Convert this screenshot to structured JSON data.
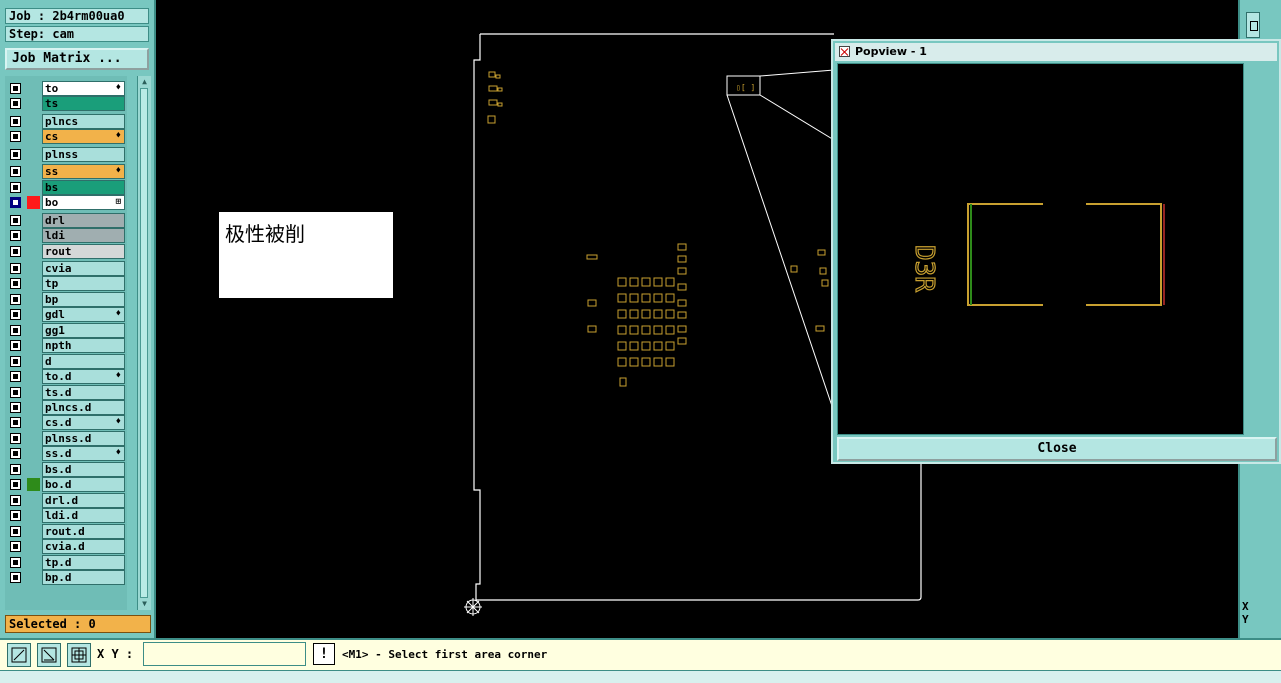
{
  "job": {
    "job_line": "Job : 2b4rm00ua0",
    "step_line": "Step: cam",
    "matrix_button": "Job Matrix ..."
  },
  "layers": [
    {
      "name": "to",
      "bg": "#ffffff",
      "marker": "♦",
      "swatch": ""
    },
    {
      "name": "ts",
      "bg": "#1a9e7a",
      "marker": "",
      "swatch": ""
    },
    {
      "name": "plncs",
      "bg": "#a9dfdb",
      "marker": "",
      "swatch": ""
    },
    {
      "name": "cs",
      "bg": "#f2b24a",
      "marker": "♦",
      "swatch": ""
    },
    {
      "name": "plnss",
      "bg": "#a9dfdb",
      "marker": "",
      "swatch": ""
    },
    {
      "name": "ss",
      "bg": "#f2b24a",
      "marker": "♦",
      "swatch": ""
    },
    {
      "name": "bs",
      "bg": "#1a9e7a",
      "marker": "",
      "swatch": ""
    },
    {
      "name": "bo",
      "bg": "#ffffff",
      "marker": "⊞",
      "swatch": "#ff1a1a",
      "selected": true
    },
    {
      "name": "drl",
      "bg": "#a0aeb0",
      "marker": "",
      "swatch": ""
    },
    {
      "name": "ldi",
      "bg": "#a0aeb0",
      "marker": "",
      "swatch": ""
    },
    {
      "name": "rout",
      "bg": "#d4d8d8",
      "marker": "",
      "swatch": ""
    },
    {
      "name": "cvia",
      "bg": "#a9dfdb",
      "marker": "",
      "swatch": ""
    },
    {
      "name": "tp",
      "bg": "#a9dfdb",
      "marker": "",
      "swatch": ""
    },
    {
      "name": "bp",
      "bg": "#a9dfdb",
      "marker": "",
      "swatch": ""
    },
    {
      "name": "gdl",
      "bg": "#a9dfdb",
      "marker": "♦",
      "swatch": ""
    },
    {
      "name": "gg1",
      "bg": "#a9dfdb",
      "marker": "",
      "swatch": ""
    },
    {
      "name": "npth",
      "bg": "#a9dfdb",
      "marker": "",
      "swatch": ""
    },
    {
      "name": "d",
      "bg": "#a9dfdb",
      "marker": "",
      "swatch": ""
    },
    {
      "name": "to.d",
      "bg": "#a9dfdb",
      "marker": "♦",
      "swatch": ""
    },
    {
      "name": "ts.d",
      "bg": "#a9dfdb",
      "marker": "",
      "swatch": ""
    },
    {
      "name": "plncs.d",
      "bg": "#a9dfdb",
      "marker": "",
      "swatch": ""
    },
    {
      "name": "cs.d",
      "bg": "#a9dfdb",
      "marker": "♦",
      "swatch": ""
    },
    {
      "name": "plnss.d",
      "bg": "#a9dfdb",
      "marker": "",
      "swatch": ""
    },
    {
      "name": "ss.d",
      "bg": "#a9dfdb",
      "marker": "♦",
      "swatch": ""
    },
    {
      "name": "bs.d",
      "bg": "#a9dfdb",
      "marker": "",
      "swatch": ""
    },
    {
      "name": "bo.d",
      "bg": "#a9dfdb",
      "marker": "",
      "swatch": "#2e8b1a"
    },
    {
      "name": "drl.d",
      "bg": "#a9dfdb",
      "marker": "",
      "swatch": ""
    },
    {
      "name": "ldi.d",
      "bg": "#a9dfdb",
      "marker": "",
      "swatch": ""
    },
    {
      "name": "rout.d",
      "bg": "#a9dfdb",
      "marker": "",
      "swatch": ""
    },
    {
      "name": "cvia.d",
      "bg": "#a9dfdb",
      "marker": "",
      "swatch": ""
    },
    {
      "name": "tp.d",
      "bg": "#a9dfdb",
      "marker": "",
      "swatch": ""
    },
    {
      "name": "bp.d",
      "bg": "#a9dfdb",
      "marker": "",
      "swatch": ""
    }
  ],
  "selected_label": "Selected : 0",
  "annotation_text": "极性被削",
  "popview": {
    "title": "Popview - 1",
    "close_label": "Close",
    "component_label": "D3R"
  },
  "bottom": {
    "xy_label": "X Y :",
    "xy_value": "",
    "bang_label": "!",
    "prompt": "<M1> - Select first area corner"
  },
  "right_strip": {
    "x_label": "X",
    "y_label": "Y"
  },
  "colors": {
    "panel": "#78c7c0",
    "pcb_outline": "#ffffff",
    "pad": "#c8a030",
    "selected": "#f2b24a"
  }
}
